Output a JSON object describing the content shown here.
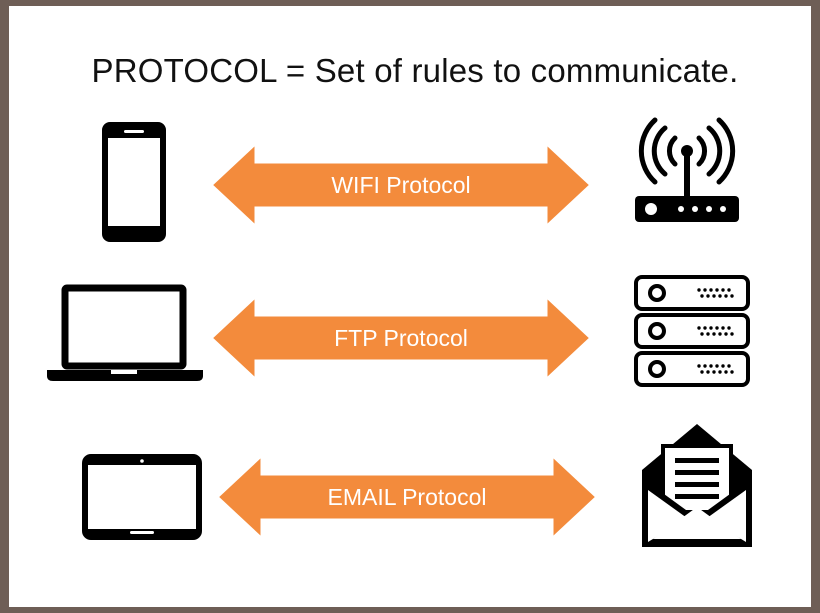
{
  "title": "PROTOCOL = Set of rules to communicate.",
  "colors": {
    "arrow": "#f38b3c",
    "arrow_stroke": "#ffffff",
    "icon": "#000000"
  },
  "rows": [
    {
      "label": "WIFI Protocol",
      "left_icon": "smartphone-icon",
      "right_icon": "wifi-router-icon"
    },
    {
      "label": "FTP Protocol",
      "left_icon": "laptop-icon",
      "right_icon": "server-icon"
    },
    {
      "label": "EMAIL Protocol",
      "left_icon": "tablet-icon",
      "right_icon": "envelope-icon"
    }
  ]
}
